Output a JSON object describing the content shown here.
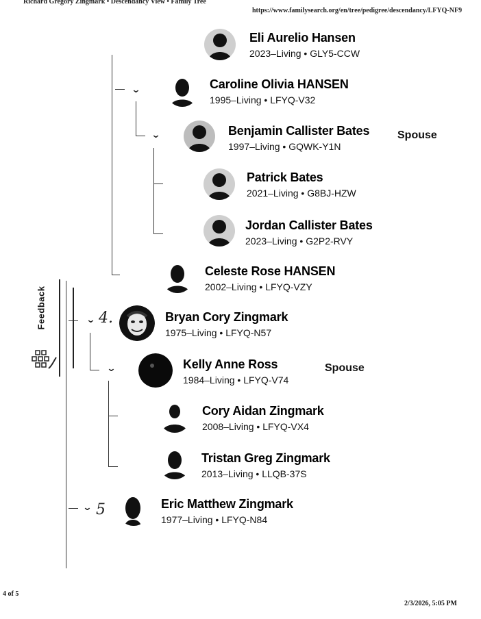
{
  "header": {
    "title": "Richard Gregory Zingmark • Descendancy View • Family Tree",
    "url": "https://www.familysearch.org/en/tree/pedigree/descendancy/LFYQ-NF9"
  },
  "footer": {
    "page": "4 of 5",
    "datetime": "2/3/2026, 5:05 PM"
  },
  "feedback": {
    "label": "Feedback"
  },
  "handwritten": {
    "bryan": "4.",
    "eric": "5"
  },
  "people": [
    {
      "name": "Eli Aurelio Hansen",
      "dates": "2023–Living",
      "id": "GLY5-CCW"
    },
    {
      "name": "Caroline Olivia HANSEN",
      "dates": "1995–Living",
      "id": "LFYQ-V32"
    },
    {
      "name": "Benjamin Callister Bates",
      "dates": "1997–Living",
      "id": "GQWK-Y1N",
      "spouse": "Spouse"
    },
    {
      "name": "Patrick Bates",
      "dates": "2021–Living",
      "id": "G8BJ-HZW"
    },
    {
      "name": "Jordan Callister Bates",
      "dates": "2023–Living",
      "id": "G2P2-RVY"
    },
    {
      "name": "Celeste Rose HANSEN",
      "dates": "2002–Living",
      "id": "LFYQ-VZY"
    },
    {
      "name": "Bryan Cory Zingmark",
      "dates": "1975–Living",
      "id": "LFYQ-N57"
    },
    {
      "name": "Kelly Anne Ross",
      "dates": "1984–Living",
      "id": "LFYQ-V74",
      "spouse": "Spouse"
    },
    {
      "name": "Cory Aidan Zingmark",
      "dates": "2008–Living",
      "id": "LFYQ-VX4"
    },
    {
      "name": "Tristan Greg Zingmark",
      "dates": "2013–Living",
      "id": "LLQB-37S"
    },
    {
      "name": "Eric Matthew Zingmark",
      "dates": "1977–Living",
      "id": "LFYQ-N84"
    }
  ],
  "icons": {
    "avatar": "person-silhouette-icon",
    "expand": "chevron-down-icon",
    "tree": "family-tree-icon"
  }
}
